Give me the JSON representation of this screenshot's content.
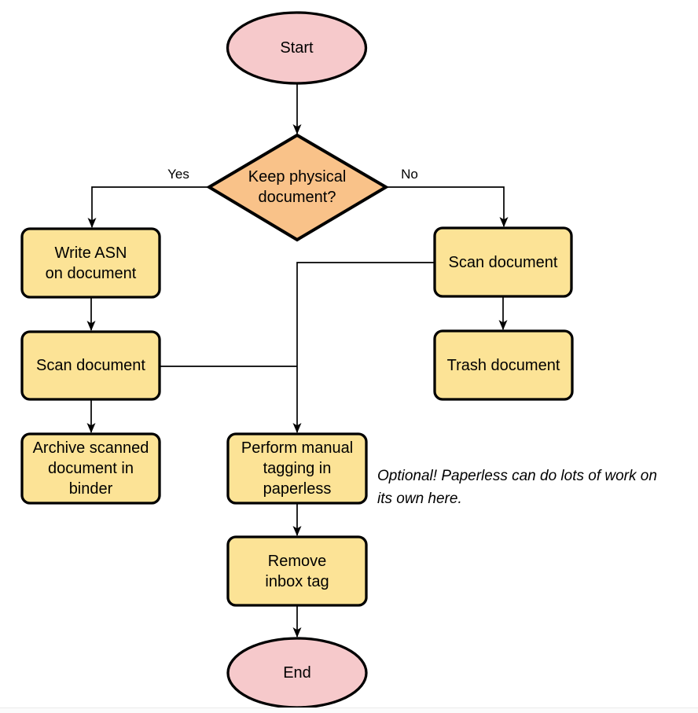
{
  "diagram": {
    "nodes": {
      "start": {
        "label": "Start",
        "shape": "terminator"
      },
      "decision": {
        "label": "Keep physical\ndocument?",
        "shape": "decision"
      },
      "write_asn": {
        "label": "Write ASN\non document",
        "shape": "process"
      },
      "scan_left": {
        "label": "Scan document",
        "shape": "process"
      },
      "archive": {
        "label": "Archive scanned\ndocument in\nbinder",
        "shape": "process"
      },
      "scan_right": {
        "label": "Scan document",
        "shape": "process"
      },
      "trash": {
        "label": "Trash document",
        "shape": "process"
      },
      "tagging": {
        "label": "Perform manual\ntagging in\npaperless",
        "shape": "process"
      },
      "remove_inbox": {
        "label": "Remove\ninbox tag",
        "shape": "process"
      },
      "end": {
        "label": "End",
        "shape": "terminator"
      }
    },
    "edge_labels": {
      "yes": "Yes",
      "no": "No"
    },
    "annotation": "Optional! Paperless can do lots of work on\nits own here.",
    "colors": {
      "terminator_fill": "#F6C9CB",
      "decision_fill": "#F9C289",
      "process_fill": "#FCE396",
      "stroke": "#000000",
      "edge": "#000000"
    }
  }
}
